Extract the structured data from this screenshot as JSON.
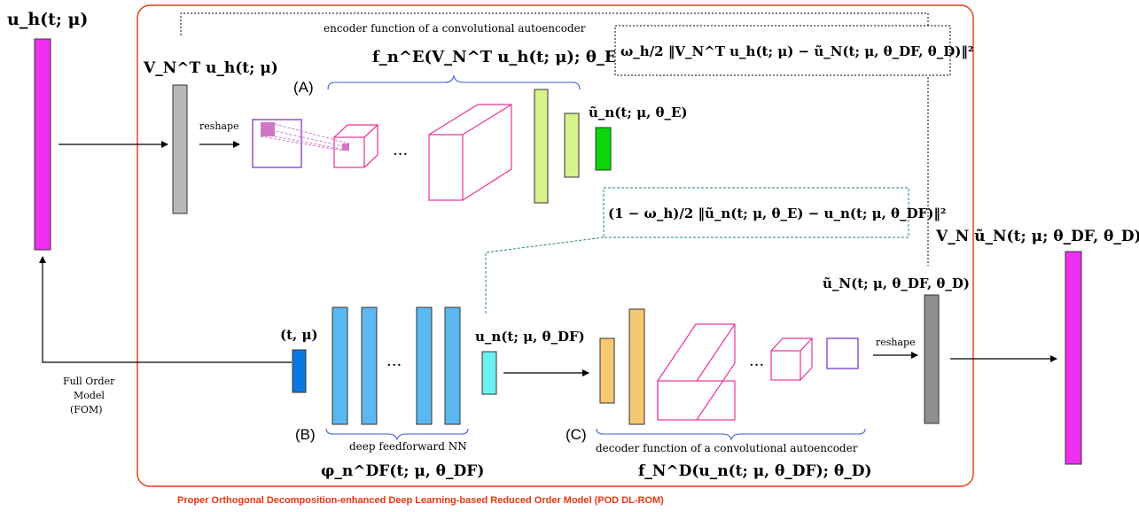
{
  "title": "Proper Orthogonal Decomposition-enhanced Deep Learning-based Reduced Order Model (POD DL-ROM)",
  "colors": {
    "frame": "#e8380d",
    "magenta": "#ee2ef0",
    "grey": "#b8b8b8",
    "grey_dark": "#8f8f8f",
    "encoder_pink": "#e8349a",
    "filter_mauve": "#cf77c7",
    "purple": "#8a45d4",
    "lime": "#d6f28a",
    "green": "#0ad60a",
    "blue_layer": "#5ab9f2",
    "cyan": "#6af0f2",
    "blue_input": "#0a78e0",
    "orange": "#f7c873",
    "teal_dotted": "#1e8a5a",
    "brace_blue": "#3b5bcc"
  },
  "labels": {
    "uh": "u_h(t; μ)",
    "vntuh": "V_N^T u_h(t; μ)",
    "encoder_title": "encoder function of a convolutional autoencoder",
    "encoder_formula": "f_n^E(V_N^T u_h(t; μ); θ_E)",
    "part_a": "(A)",
    "reshape_top": "reshape",
    "dots_top": "···",
    "un_tilde_enc": "ũ_n(t; μ, θ_E)",
    "loss_pod": "ω_h/2 ‖V_N^T u_h(t; μ) − ũ_N(t; μ, θ_DF, θ_D)‖²",
    "loss_latent": "(1 − ω_h)/2 ‖ũ_n(t; μ, θ_E) − u_n(t; μ, θ_DF)‖²",
    "vn_un_tilde": "V_N ũ_N(t; μ; θ_DF, θ_D)",
    "uN_tilde": "ũ_N(t; μ, θ_DF, θ_D)",
    "t_mu": "(t, μ)",
    "un_df": "u_n(t; μ, θ_DF)",
    "dots_mid": "···",
    "dots_dec": "···",
    "reshape_bottom": "reshape",
    "fom_line1": "Full Order",
    "fom_line2": "Model",
    "fom_line3": "(FOM)",
    "part_b": "(B)",
    "ff_title": "deep feedforward NN",
    "ff_formula": "φ_n^DF(t; μ, θ_DF)",
    "part_c": "(C)",
    "decoder_title": "decoder function of a convolutional autoencoder",
    "decoder_formula": "f_N^D(u_n(t; μ, θ_DF); θ_D)"
  }
}
